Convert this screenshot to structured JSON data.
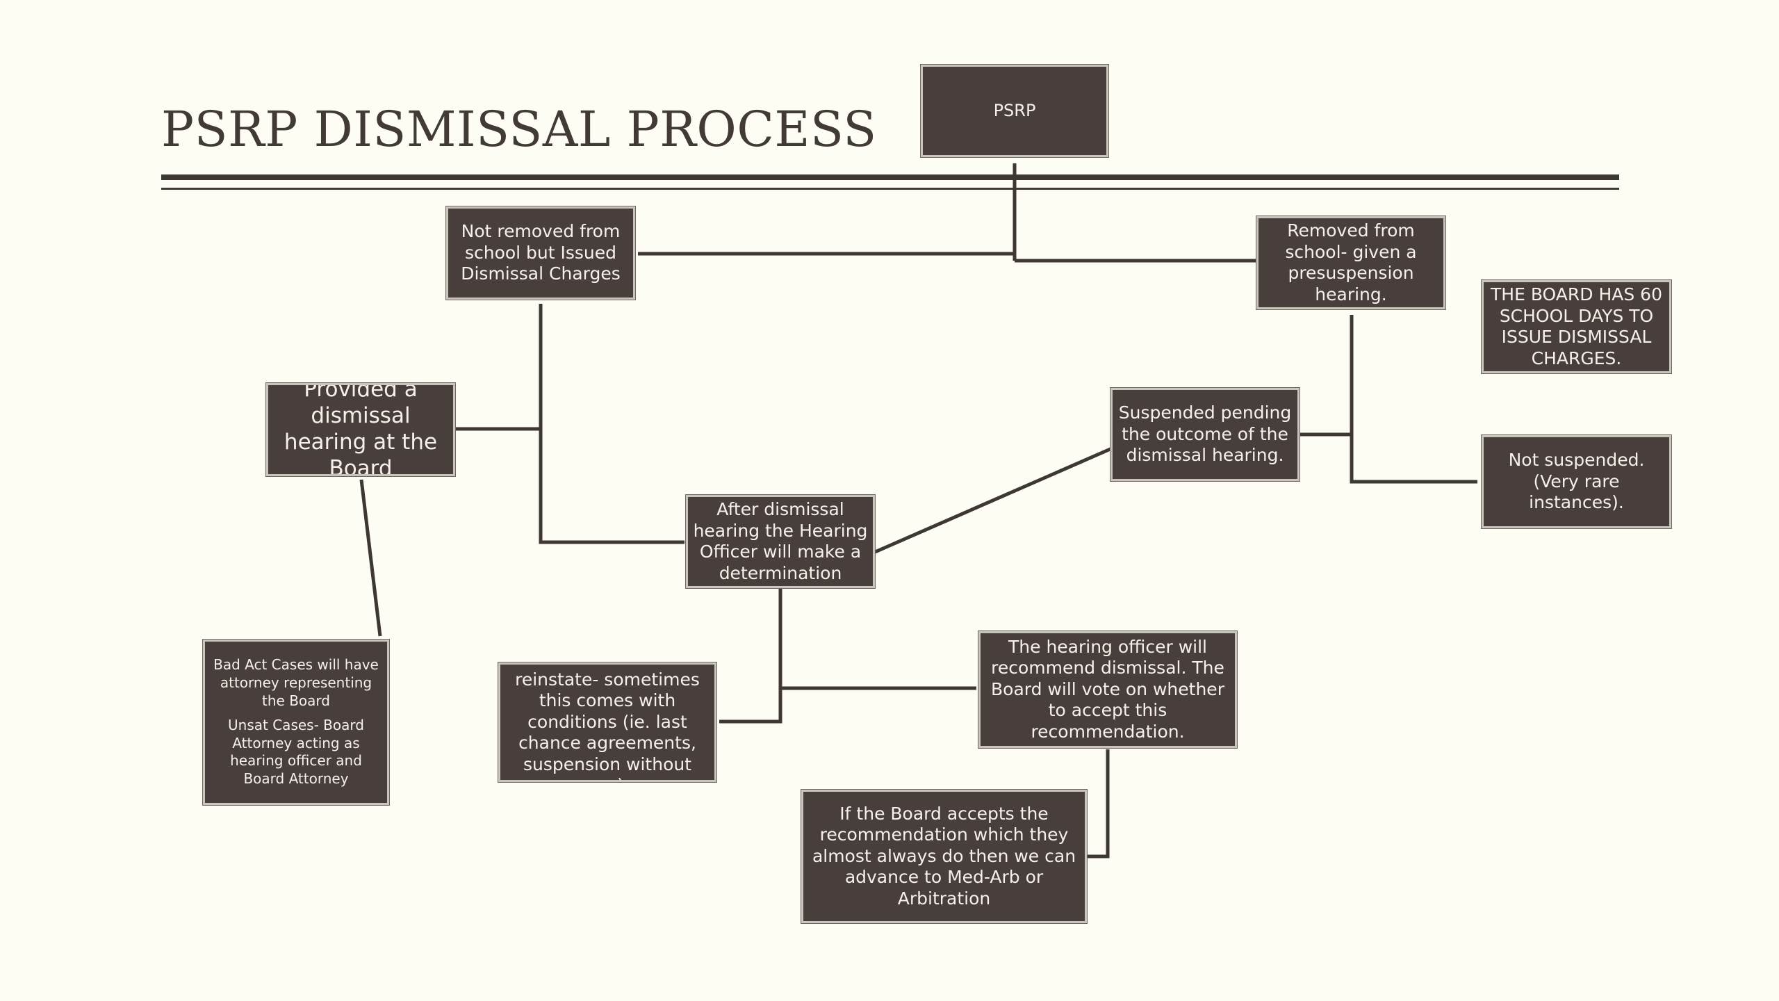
{
  "title": "PSRP DISMISSAL PROCESS",
  "nodes": {
    "psrp": "PSRP",
    "not_removed": "Not removed from school but Issued Dismissal Charges",
    "removed": "Removed from school- given a presuspension hearing.",
    "board_60_days": "THE BOARD HAS 60 SCHOOL DAYS TO ISSUE DISMISSAL CHARGES.",
    "provided_hearing": "Provided a dismissal hearing at the Board",
    "suspended_pending": "Suspended pending the outcome of the dismissal hearing.",
    "not_suspended": "Not suspended. (Very rare instances).",
    "after_hearing": "After dismissal hearing the Hearing Officer will make a determination",
    "bad_act_cases": "Bad Act Cases will have attorney representing the Board",
    "unsat_cases": "Unsat Cases- Board Attorney acting as hearing officer and Board Attorney",
    "board_reinstate": "The Board will reinstate- sometimes this comes with conditions (ie. last chance agreements, suspension without pay).",
    "recommend_dismissal": "The hearing officer will recommend dismissal. The Board will vote on whether to accept this recommendation.",
    "board_accepts": "If the Board accepts the recommendation which they almost always do then we can advance to Med-Arb or Arbitration"
  },
  "colors": {
    "background": "#fefdf3",
    "box_fill": "#483f3c",
    "box_text": "#f5f1ea",
    "connector": "#3f3733",
    "title": "#423a35"
  }
}
